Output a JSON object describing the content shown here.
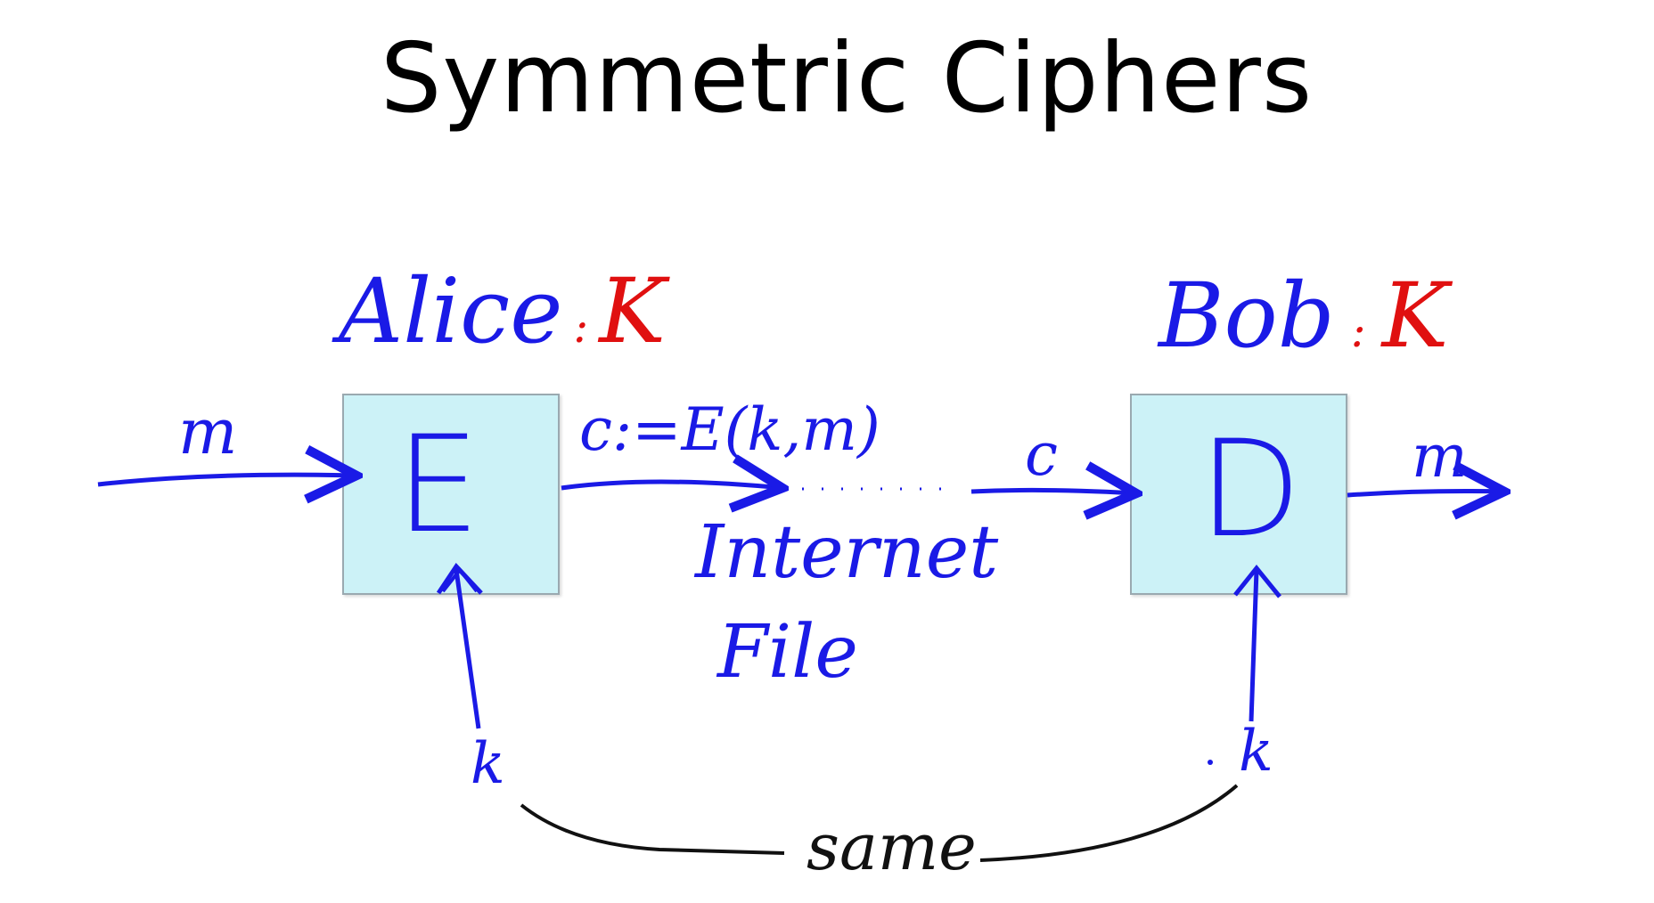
{
  "title": "Symmetric Ciphers",
  "alice": {
    "name": "Alice",
    "sep": ":",
    "key": "K"
  },
  "bob": {
    "name": "Bob",
    "sep": ":",
    "key": "K"
  },
  "encrypt_box": {
    "label": "E"
  },
  "decrypt_box": {
    "label": "D"
  },
  "labels": {
    "message_in": "m",
    "ciphertext_def": "c:=E(k,m)",
    "ciphertext": "c",
    "message_out": "m",
    "channel_1": "Internet",
    "channel_2": "File",
    "key_left": "k",
    "key_right": "k",
    "same": "same"
  },
  "colors": {
    "ink_blue": "#1a1ae6",
    "key_red": "#e01010",
    "box_fill": "#ccf2f7",
    "ink_black": "#111111"
  }
}
